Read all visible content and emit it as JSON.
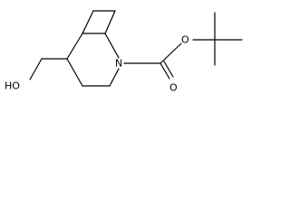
{
  "structure": {
    "atoms": {
      "hydroxyl_label": "HO",
      "ring_nitrogen_label": "N",
      "ester_oxygen_label": "O",
      "carbonyl_oxygen_label": "O"
    },
    "colors": {
      "bond": "#000000",
      "text": "#000000",
      "background": "#ffffff"
    }
  }
}
